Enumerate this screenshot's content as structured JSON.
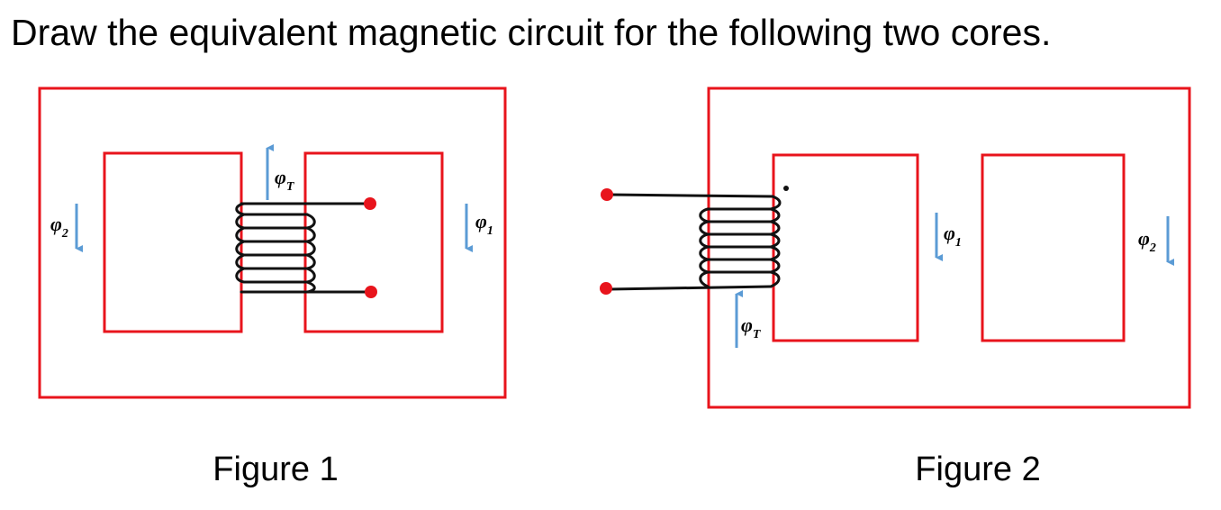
{
  "title": "Draw the equivalent magnetic circuit for the following two cores.",
  "colors": {
    "core": "#e8141c",
    "flux_arrow": "#5b9bd5",
    "winding": "#111111",
    "terminal": "#e8141c",
    "text": "#000000"
  },
  "figures": [
    {
      "caption": "Figure 1",
      "flux_labels": {
        "total": "φ",
        "total_sub": "T",
        "left": "φ",
        "left_sub": "2",
        "right": "φ",
        "right_sub": "1"
      }
    },
    {
      "caption": "Figure 2",
      "flux_labels": {
        "total": "φ",
        "total_sub": "T",
        "middle": "φ",
        "middle_sub": "1",
        "right": "φ",
        "right_sub": "2"
      }
    }
  ]
}
